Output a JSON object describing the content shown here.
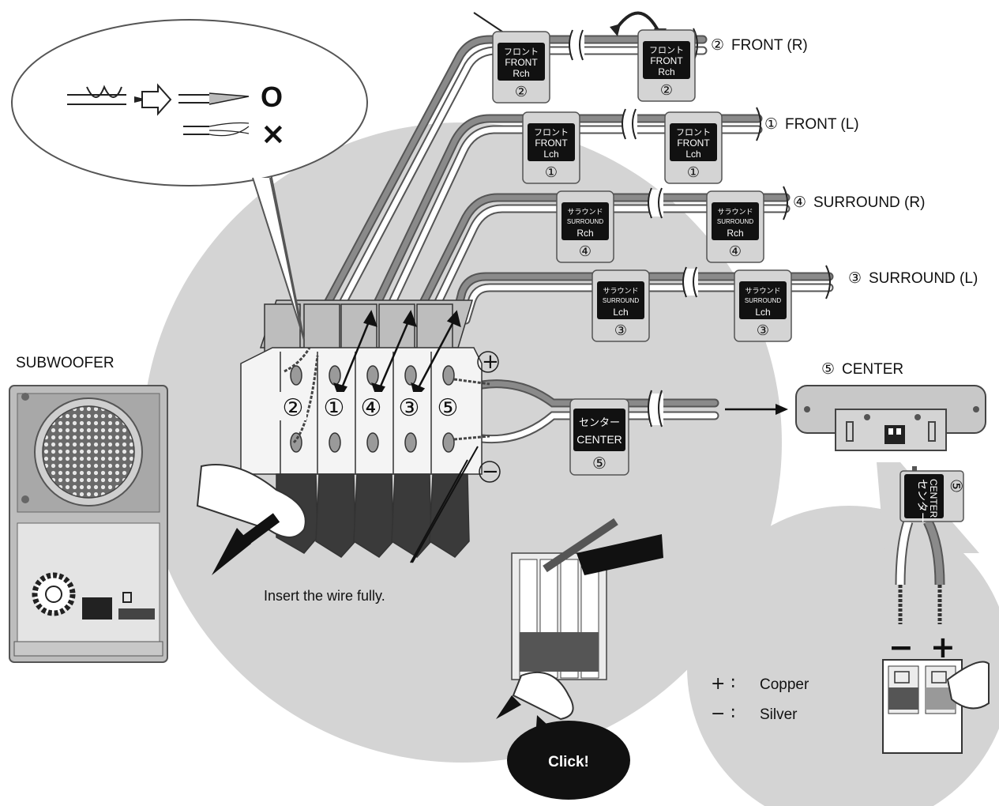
{
  "speakers": [
    {
      "num": "②",
      "label": "FRONT (R)",
      "tag_jp": "フロント",
      "tag_en": "FRONT",
      "tag_ch": "Rch"
    },
    {
      "num": "①",
      "label": "FRONT (L)",
      "tag_jp": "フロント",
      "tag_en": "FRONT",
      "tag_ch": "Lch"
    },
    {
      "num": "④",
      "label": "SURROUND (R)",
      "tag_jp": "サラウンド",
      "tag_en": "SURROUND",
      "tag_ch": "Rch"
    },
    {
      "num": "③",
      "label": "SURROUND (L)",
      "tag_jp": "サラウンド",
      "tag_en": "SURROUND",
      "tag_ch": "Lch"
    }
  ],
  "center": {
    "num": "⑤",
    "label": "CENTER",
    "tag_jp": "センター",
    "tag_en": "CENTER"
  },
  "terminal_numbers": [
    "②",
    "①",
    "④",
    "③",
    "⑤"
  ],
  "subwoofer_label": "SUBWOOFER",
  "good_mark": "O",
  "bad_mark": "×",
  "plus_sign": "+",
  "minus_sign": "−",
  "insert_note": "Insert the wire fully.",
  "click_label": "Click!",
  "polarity": {
    "plus": "+ ∶",
    "plus_text": "Copper",
    "minus": "− ∶",
    "minus_text": "Silver",
    "minus_mark": "−",
    "plus_mark": "+"
  }
}
